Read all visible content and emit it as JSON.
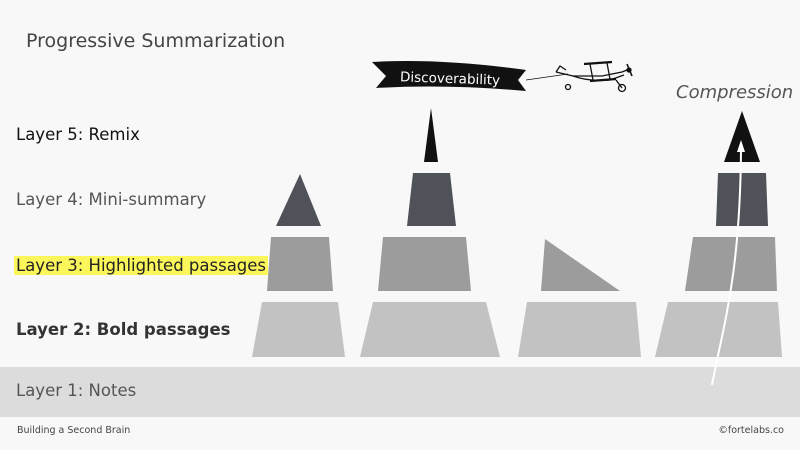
{
  "title": "Progressive Summarization",
  "layers": {
    "l5": "Layer 5: Remix",
    "l4": "Layer 4: Mini-summary",
    "l3": "Layer 3: Highlighted passages",
    "l2": "Layer 2: Bold passages",
    "l1": "Layer 1: Notes"
  },
  "banner_text": "Discoverability",
  "compression_label": "Compression",
  "footer": {
    "left": "Building a Second Brain",
    "right": "©fortelabs.co"
  },
  "colors": {
    "dark_layer": "#4f5259",
    "mid_layer": "#9c9c9c",
    "light_layer": "#c2c2c2",
    "notes_band": "#dcdcdc",
    "highlight": "#fbf65a"
  }
}
